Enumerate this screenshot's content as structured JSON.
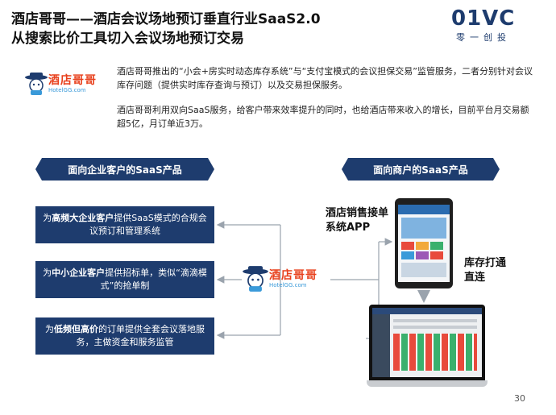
{
  "title": {
    "line1": "酒店哥哥——酒店会议场地预订垂直行业SaaS2.0",
    "line2": "从搜索比价工具切入会议场地预订交易"
  },
  "brand_logo": {
    "big": "01VC",
    "small": "零一创投"
  },
  "hotelgg_logo": {
    "cn": "酒店哥哥",
    "en": "HotelGG.com"
  },
  "intro": {
    "para1": "酒店哥哥推出的“小会+房实时动态库存系统”与“支付宝模式的会议担保交易”监管服务，二者分别针对会议库存问题（提供实时库存查询与预订）以及交易担保服务。",
    "para2": "酒店哥哥利用双向SaaS服务，给客户带来效率提升的同时，也给酒店带来收入的增长，目前平台月交易额超5亿，月订单近3万。"
  },
  "left_banner": "面向企业客户的SaaS产品",
  "right_banner": "面向商户的SaaS产品",
  "boxes": [
    {
      "pre": "为",
      "bold": "高频大企业客户",
      "post": "提供SaaS模式的合规会议预订和管理系统"
    },
    {
      "pre": "为",
      "bold": "中小企业客户",
      "post": "提供招标单，类似“滴滴模式”的抢单制"
    },
    {
      "pre": "为",
      "bold": "低频但高价",
      "post": "的订单提供全套会议落地服务，主做资金和服务监管"
    }
  ],
  "app_label": "酒店销售接单系统APP",
  "inventory_label": "库存打通直连",
  "page_number": "30",
  "colors": {
    "navy": "#1e3c6e",
    "logo_red": "#e8401c",
    "logo_blue": "#3a9ad9"
  }
}
